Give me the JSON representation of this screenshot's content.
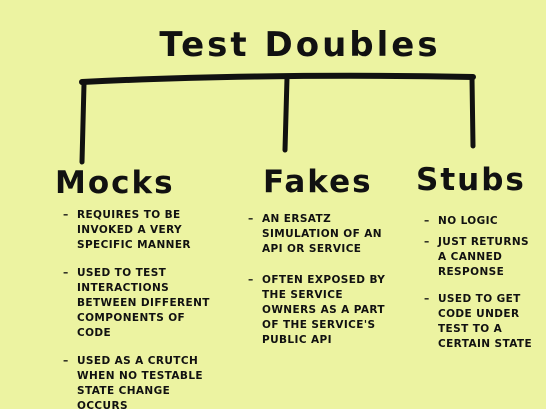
{
  "title": "Test Doubles",
  "branches": [
    {
      "title": "Mocks",
      "notes": [
        "requires to be invoked a very specific manner",
        "used to test interactions between different components of code",
        "used as a crutch when no testable state change occurs"
      ]
    },
    {
      "title": "Fakes",
      "notes": [
        "an ersatz simulation of an API or service",
        "often exposed by the service owners as a part of the service's public API"
      ]
    },
    {
      "title": "Stubs",
      "notes": [
        "no logic",
        "just returns a canned response",
        "used to get code under test to a certain state"
      ]
    }
  ]
}
